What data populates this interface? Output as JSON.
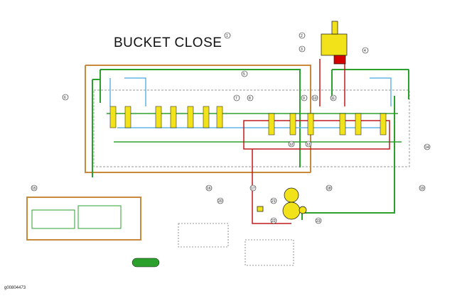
{
  "title": "BUCKET CLOSE",
  "figure_id": "g00804473",
  "callouts": [
    "1",
    "2",
    "3",
    "4",
    "5",
    "6",
    "7",
    "8",
    "9",
    "10",
    "11",
    "12",
    "13",
    "14",
    "15",
    "16",
    "17",
    "18",
    "19",
    "20",
    "21",
    "22",
    "23"
  ],
  "line_colors": {
    "pump_supply": "#2ca02c",
    "pilot": "#c8893a",
    "high_pressure": "#c21a1a",
    "return_drain": "#62b6e6",
    "signal": "#8b4a3a",
    "valve_body": "#f1e21a",
    "cylinder_body": "#f1e21a",
    "cylinder_head_end": "#d40000",
    "tank": "#2ca02c"
  }
}
